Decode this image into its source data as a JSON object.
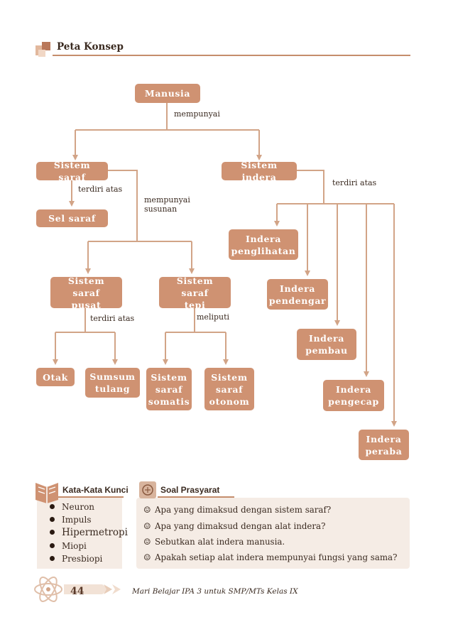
{
  "header": {
    "title": "Peta Konsep"
  },
  "concept_map": {
    "nodes": {
      "manusia": "Manusia",
      "sistem_saraf": "Sistem saraf",
      "sistem_indera": "Sistem indera",
      "sel_saraf": "Sel saraf",
      "sistem_saraf_pusat": "Sistem saraf\npusat",
      "sistem_saraf_tepi": "Sistem saraf\ntepi",
      "otak": "Otak",
      "sumsum_tulang": "Sumsum\ntulang",
      "sistem_saraf_somatis": "Sistem\nsaraf\nsomatis",
      "sistem_saraf_otonom": "Sistem\nsaraf\notonom",
      "indera_penglihatan": "Indera\npenglihatan",
      "indera_pendengar": "Indera\npendengar",
      "indera_pembau": "Indera\npembau",
      "indera_pengecap": "Indera\npengecap",
      "indera_peraba": "Indera\nperaba"
    },
    "labels": {
      "mempunyai": "mempunyai",
      "terdiri_atas_1": "terdiri atas",
      "mempunyai_susunan": "mempunyai\nsusunan",
      "terdiri_atas_2": "terdiri atas",
      "terdiri_atas_3": "terdiri atas",
      "meliputi": "meliputi"
    }
  },
  "keywords": {
    "title": "Kata-Kata Kunci",
    "items": [
      "Neuron",
      "Impuls",
      "Hipermetropi",
      "Miopi",
      "Presbiopi"
    ]
  },
  "prerequisites": {
    "title": "Soal Prasyarat",
    "items": [
      "Apa yang dimaksud dengan sistem saraf?",
      "Apa yang dimaksud dengan alat indera?",
      "Sebutkan alat indera manusia.",
      "Apakah setiap alat indera mempunyai fungsi yang sama?"
    ]
  },
  "footer": {
    "page_number": "44",
    "book_title": "Mari Belajar IPA 3 untuk SMP/MTs Kelas IX"
  },
  "colors": {
    "node": "#cf9272",
    "line": "#d2a487",
    "panel": "#f5ece5"
  }
}
